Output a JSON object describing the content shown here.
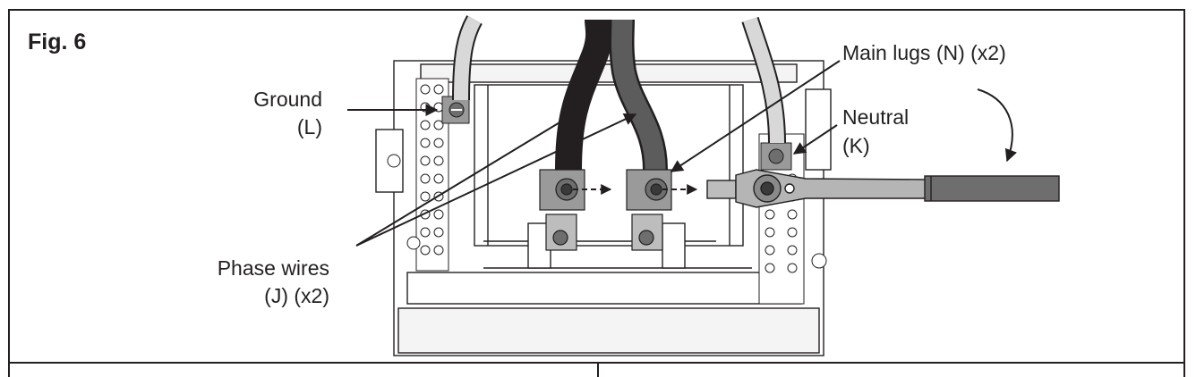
{
  "figure": {
    "title": "Fig. 6"
  },
  "labels": {
    "ground_l1": "Ground",
    "ground_l2": "(L)",
    "phase_l1": "Phase wires",
    "phase_l2": "(J) (x2)",
    "mainlugs": "Main lugs (N) (x2)",
    "neutral_l1": "Neutral",
    "neutral_l2": "(K)"
  },
  "icons": [
    "ground-bar-icon",
    "breaker-lug-icon",
    "torque-wrench-icon",
    "rotation-arrow-icon"
  ]
}
